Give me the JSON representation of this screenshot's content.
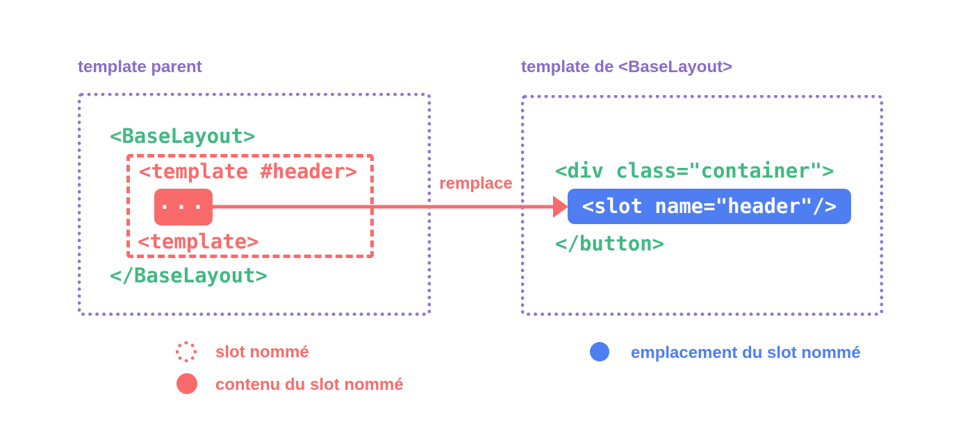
{
  "colors": {
    "purple": "#8a6cc8",
    "green": "#42b883",
    "red": "#f96b6b",
    "blue": "#4e7ef2",
    "white": "#ffffff"
  },
  "left_panel": {
    "title": "template parent",
    "code": {
      "open_tag": "<BaseLayout>",
      "named_slot": {
        "open_tag": "<template #header>",
        "content": "...",
        "close_tag": "<template>"
      },
      "close_tag": "</BaseLayout>"
    }
  },
  "right_panel": {
    "title": "template de <BaseLayout>",
    "code": {
      "open_tag": "<div class=\"container\">",
      "slot_placeholder": "<slot name=\"header\"/>",
      "close_tag": "</button>"
    }
  },
  "arrow": {
    "label": "remplace"
  },
  "legend": {
    "items": [
      {
        "marker": "dashed-red-circle",
        "label": "slot nommé"
      },
      {
        "marker": "solid-red-circle",
        "label": "contenu du slot nommé"
      },
      {
        "marker": "solid-blue-circle",
        "label": "emplacement du slot nommé"
      }
    ]
  }
}
